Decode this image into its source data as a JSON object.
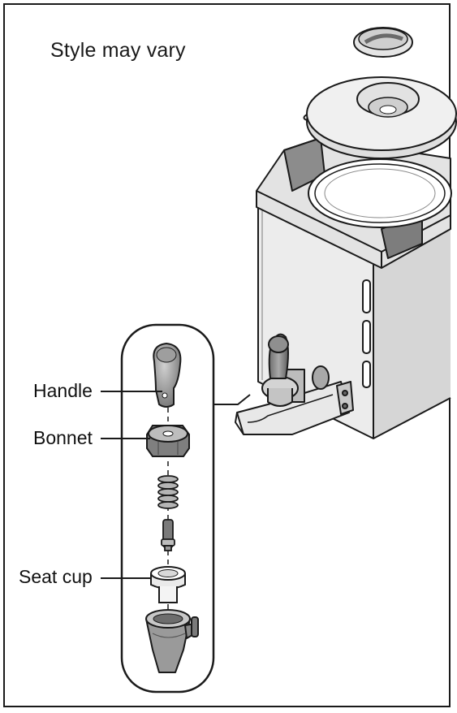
{
  "note": "Style may vary",
  "callouts": {
    "handle": "Handle",
    "bonnet": "Bonnet",
    "seat_cup": "Seat cup"
  },
  "colors": {
    "outline": "#1a1a1a",
    "light_gray": "#e6e6e6",
    "mid_gray": "#c8c8c8",
    "dark_gray": "#8a8a8a",
    "white": "#ffffff"
  }
}
